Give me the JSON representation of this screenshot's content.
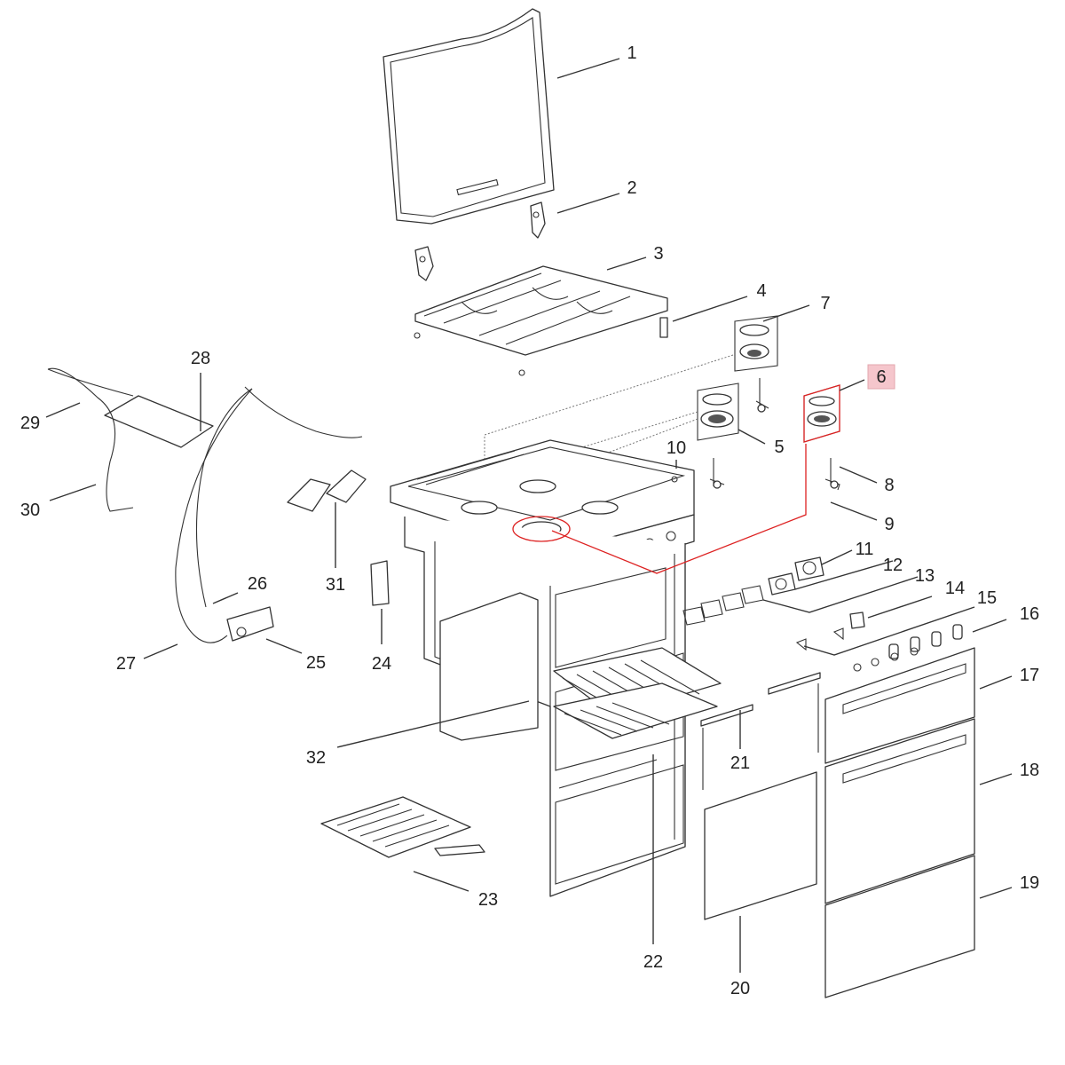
{
  "highlighted_part": "6",
  "callouts": [
    "1",
    "2",
    "3",
    "4",
    "5",
    "6",
    "7",
    "8",
    "9",
    "10",
    "11",
    "12",
    "13",
    "14",
    "15",
    "16",
    "17",
    "18",
    "19",
    "20",
    "21",
    "22",
    "23",
    "24",
    "25",
    "26",
    "27",
    "28",
    "29",
    "30",
    "31",
    "32"
  ]
}
